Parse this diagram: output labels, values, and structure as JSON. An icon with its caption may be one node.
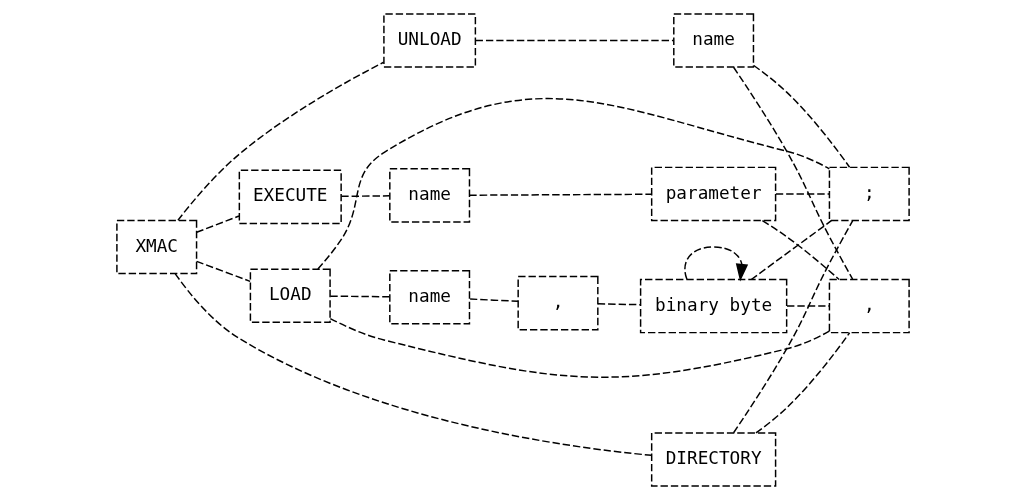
{
  "diagram": {
    "nodes": [
      {
        "text": [
          "XMAC"
        ]
      },
      {
        "text": [
          "LOAD"
        ]
      },
      {
        "text": [
          "name"
        ]
      },
      {
        "text": [
          ","
        ]
      },
      {
        "text": [
          "binary byte"
        ]
      },
      {
        "text": [
          "EXECUTE"
        ]
      },
      {
        "text": [
          "name"
        ]
      },
      {
        "text": [
          "parameter"
        ]
      },
      {
        "text": [
          "DIRECTORY"
        ]
      },
      {
        "text": [
          "UNLOAD"
        ]
      },
      {
        "text": [
          "name"
        ]
      },
      {
        "text": [
          ","
        ]
      },
      {
        "text": [
          ";"
        ]
      }
    ],
    "edges": [
      {
        "from": 0,
        "to": 1,
        "arrow": "none"
      },
      {
        "from": 0,
        "to": 5,
        "arrow": "none"
      },
      {
        "from": 0,
        "to": 8,
        "arrow": "none"
      },
      {
        "from": 0,
        "to": 9,
        "arrow": "none"
      },
      {
        "from": 1,
        "to": 2,
        "arrow": "none"
      },
      {
        "from": 2,
        "to": 3,
        "arrow": "none"
      },
      {
        "from": 3,
        "to": 4,
        "arrow": "none"
      },
      {
        "from": 4,
        "to": 4,
        "arrow": "to"
      },
      {
        "from": 5,
        "to": 6,
        "arrow": "none"
      },
      {
        "from": 6,
        "to": 7,
        "arrow": "none"
      },
      {
        "from": 9,
        "to": 10,
        "arrow": "none"
      },
      {
        "from": 1,
        "to": 11,
        "arrow": "none"
      },
      {
        "from": 1,
        "to": 12,
        "arrow": "none"
      },
      {
        "from": 4,
        "to": 11,
        "arrow": "none"
      },
      {
        "from": 4,
        "to": 12,
        "arrow": "none"
      },
      {
        "from": 7,
        "to": 11,
        "arrow": "none"
      },
      {
        "from": 7,
        "to": 12,
        "arrow": "none"
      },
      {
        "from": 8,
        "to": 11,
        "arrow": "none"
      },
      {
        "from": 8,
        "to": 12,
        "arrow": "none"
      },
      {
        "from": 10,
        "to": 11,
        "arrow": "none"
      },
      {
        "from": 10,
        "to": 12,
        "arrow": "none"
      }
    ]
  }
}
